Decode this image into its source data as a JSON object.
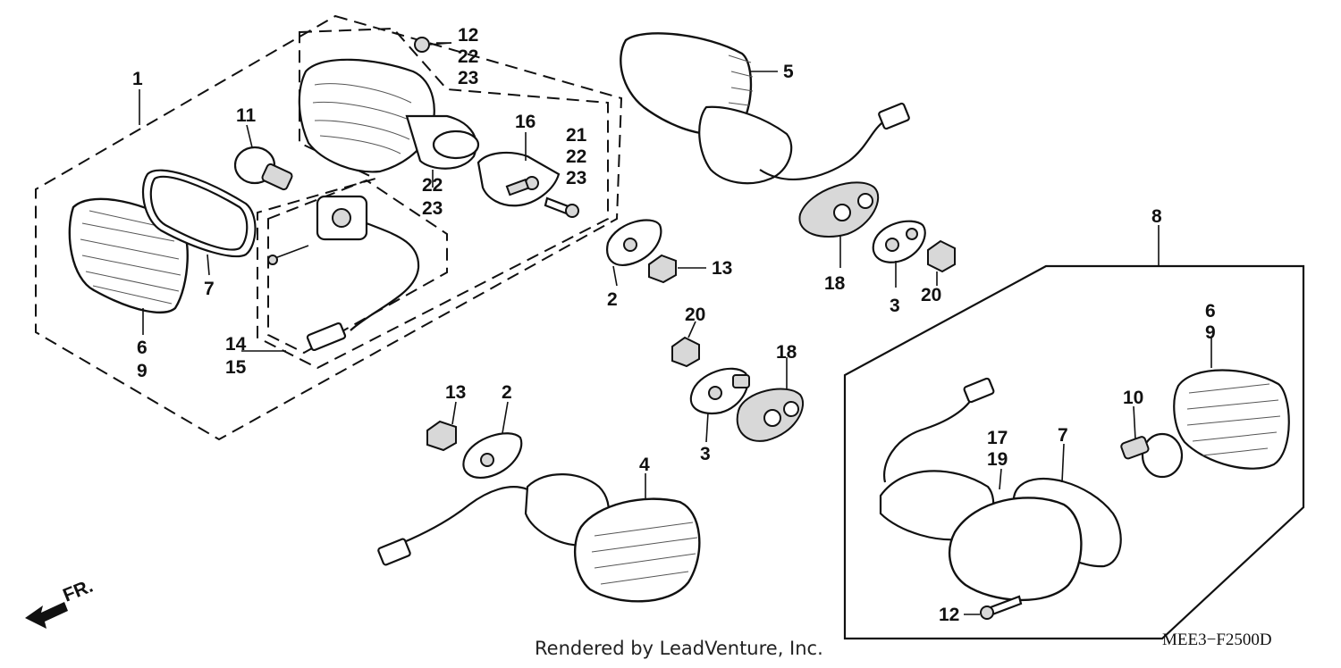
{
  "diagram": {
    "callouts": {
      "n1": "1",
      "n11": "11",
      "n7_left": "7",
      "n6_left": "6",
      "n9_left": "9",
      "n12_top": "12",
      "n22_top": "22",
      "n23_top": "23",
      "n16": "16",
      "n21": "21",
      "n22_mid": "22",
      "n23_mid": "23",
      "n22_low": "22",
      "n23_low": "23",
      "n14": "14",
      "n15": "15",
      "n5": "5",
      "n2_top": "2",
      "n13_top": "13",
      "n18_top": "18",
      "n3_top": "3",
      "n20_top": "20",
      "n20_mid": "20",
      "n18_mid": "18",
      "n3_mid": "3",
      "n13_low": "13",
      "n2_low": "2",
      "n4": "4",
      "n8": "8",
      "n6_right": "6",
      "n9_right": "9",
      "n10": "10",
      "n17": "17",
      "n19": "19",
      "n7_right": "7",
      "n12_right": "12"
    },
    "direction_label": "FR.",
    "footer": "Rendered by LeadVenture, Inc.",
    "diagram_code": "MEE3−F2500D"
  }
}
